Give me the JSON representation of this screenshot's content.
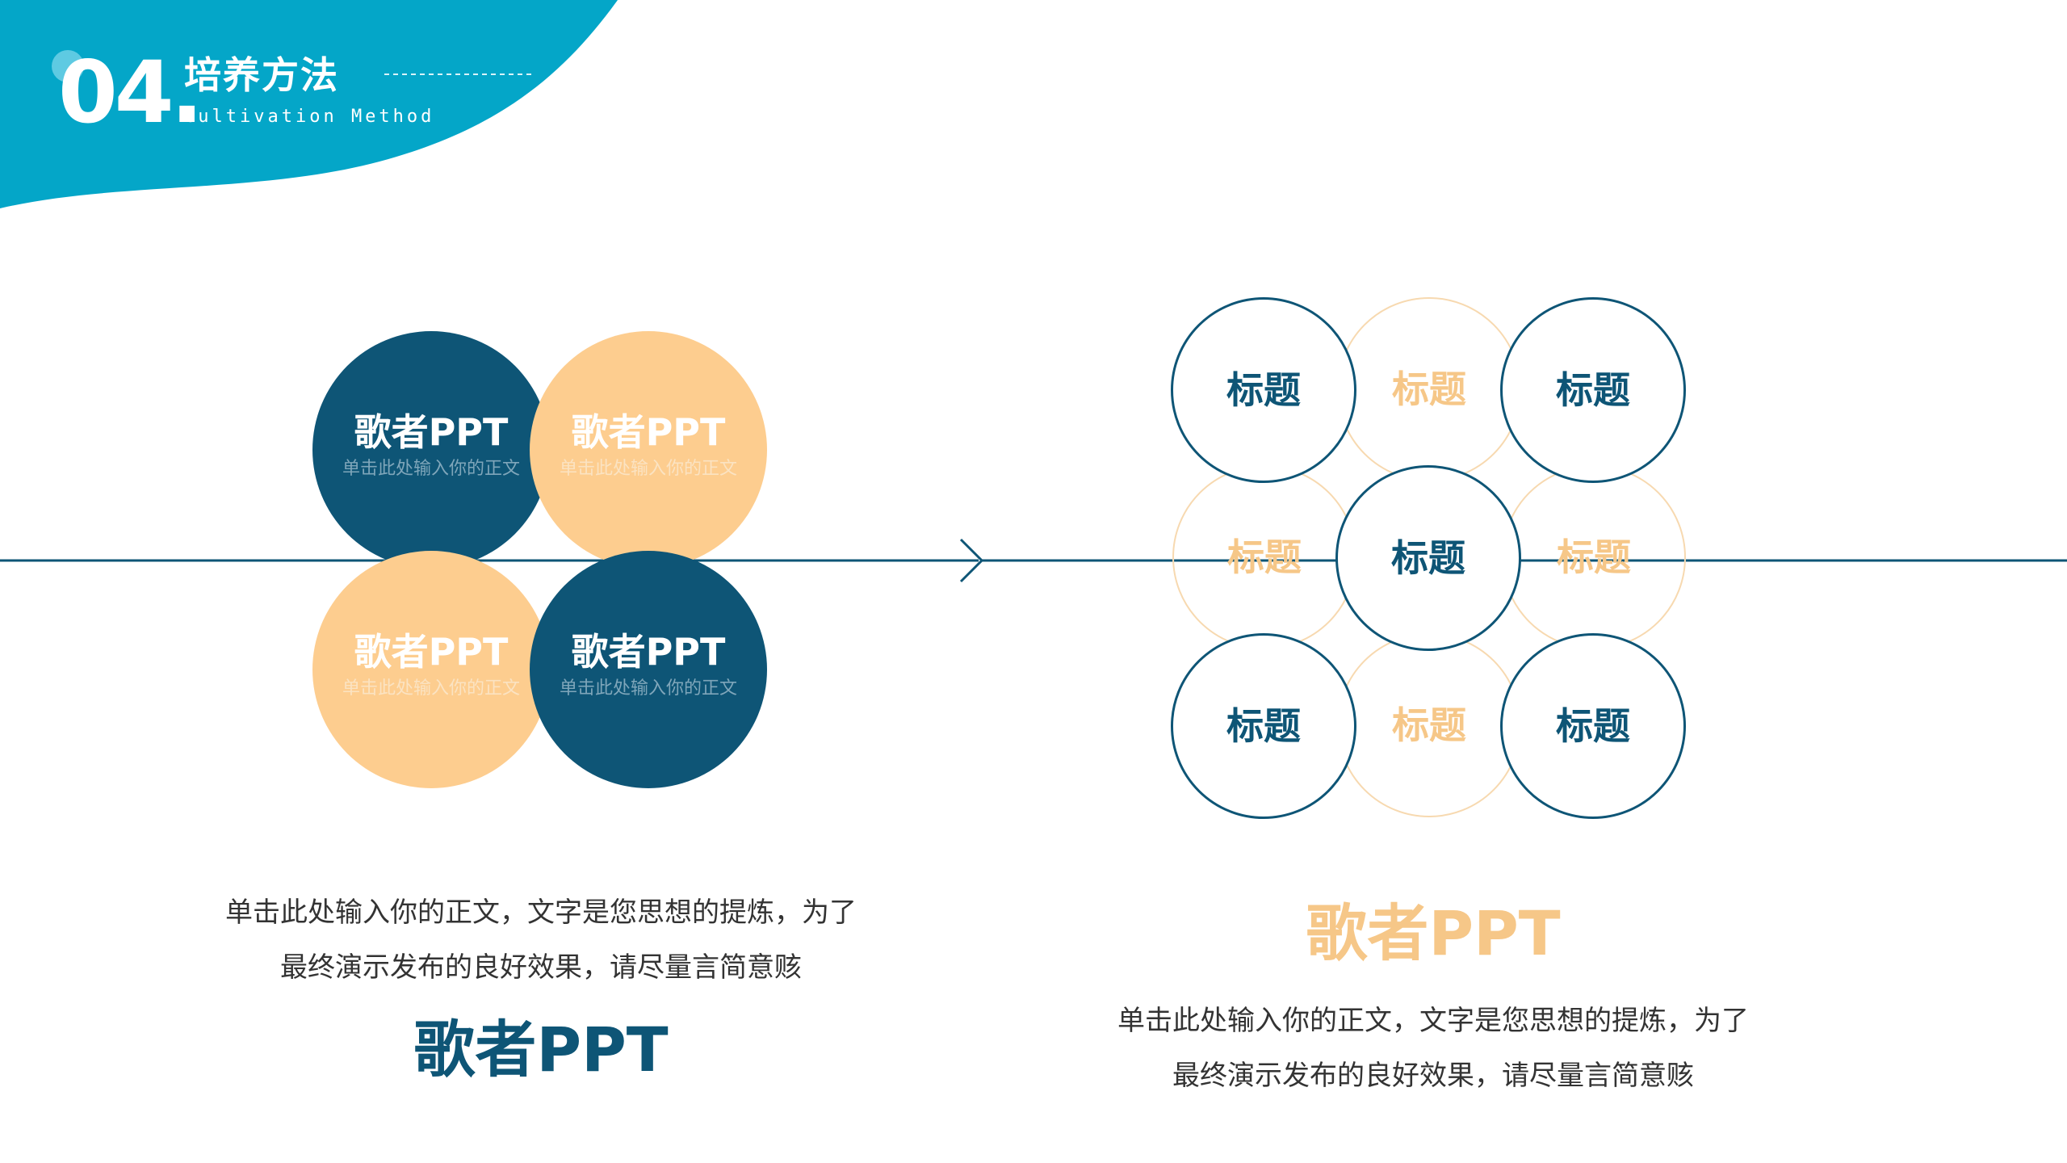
{
  "header": {
    "number": "04.",
    "title": "培养方法",
    "subtitle": "Cultivation Method"
  },
  "colors": {
    "header_teal": "#04a6c8",
    "dark_blue": "#0e5576",
    "peach": "#fdcd8f",
    "peach_text": "#f6c788"
  },
  "left_cluster": {
    "circles": [
      {
        "title": "歌者PPT",
        "text": "单击此处输入你的正文",
        "style": "dark"
      },
      {
        "title": "歌者PPT",
        "text": "单击此处输入你的正文",
        "style": "light"
      },
      {
        "title": "歌者PPT",
        "text": "单击此处输入你的正文",
        "style": "light"
      },
      {
        "title": "歌者PPT",
        "text": "单击此处输入你的正文",
        "style": "dark"
      }
    ]
  },
  "right_grid": {
    "cells": [
      {
        "label": "标题",
        "style": "dark"
      },
      {
        "label": "标题",
        "style": "light"
      },
      {
        "label": "标题",
        "style": "dark"
      },
      {
        "label": "标题",
        "style": "light"
      },
      {
        "label": "标题",
        "style": "dark"
      },
      {
        "label": "标题",
        "style": "light"
      },
      {
        "label": "标题",
        "style": "dark"
      },
      {
        "label": "标题",
        "style": "light"
      },
      {
        "label": "标题",
        "style": "dark"
      }
    ]
  },
  "left_caption": {
    "line1": "单击此处输入你的正文，文字是您思想的提炼，为了",
    "line2": "最终演示发布的良好效果，请尽量言简意赅",
    "brand": "歌者PPT"
  },
  "right_caption": {
    "brand": "歌者PPT",
    "line1": "单击此处输入你的正文，文字是您思想的提炼，为了",
    "line2": "最终演示发布的良好效果，请尽量言简意赅"
  }
}
